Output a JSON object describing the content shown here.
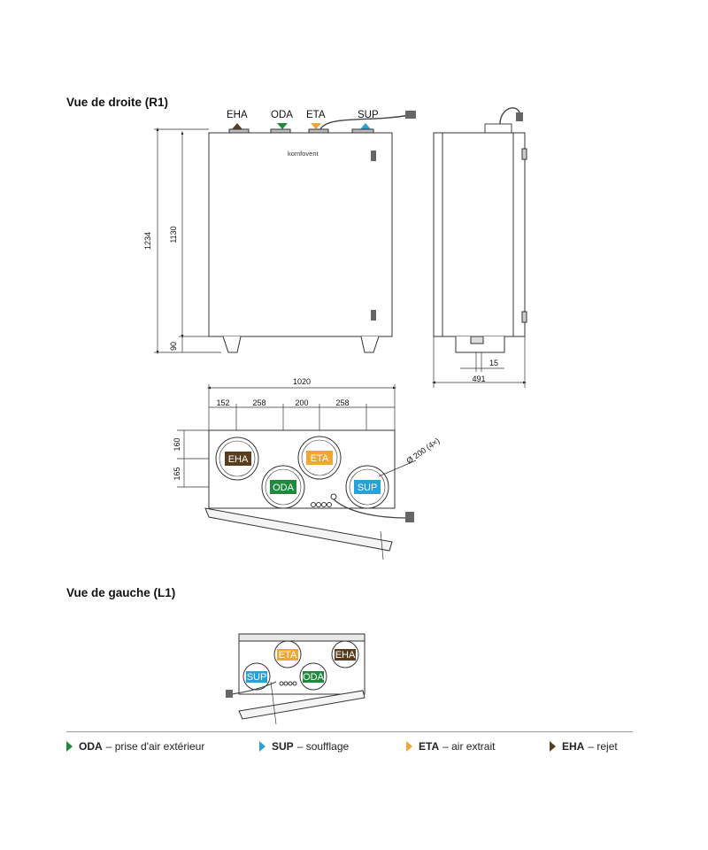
{
  "titles": {
    "right_view": "Vue de droite (R1)",
    "left_view": "Vue de gauche (L1)"
  },
  "brand": "komfovent",
  "ports_top": [
    "EHA",
    "ODA",
    "ETA",
    "SUP"
  ],
  "dimensions": {
    "total_height": "1234",
    "body_height": "1130",
    "feet_height": "90",
    "depth": "491",
    "cable_offset": "15",
    "width": "1020",
    "spacing": [
      "152",
      "258",
      "200",
      "258"
    ],
    "row1": "160",
    "row2": "165",
    "diameter": "Ø 200 (4×)"
  },
  "colors": {
    "EHA": "#5a3d1e",
    "ODA": "#1f8a3c",
    "ETA": "#f0a630",
    "SUP": "#2b9fd8"
  },
  "legend": [
    {
      "code": "ODA",
      "text": "prise d'air extérieur",
      "color": "#1f8a3c"
    },
    {
      "code": "SUP",
      "text": "soufflage",
      "color": "#2b9fd8"
    },
    {
      "code": "ETA",
      "text": "air extrait",
      "color": "#f0a630"
    },
    {
      "code": "EHA",
      "text": "rejet",
      "color": "#5a3d1e"
    }
  ]
}
